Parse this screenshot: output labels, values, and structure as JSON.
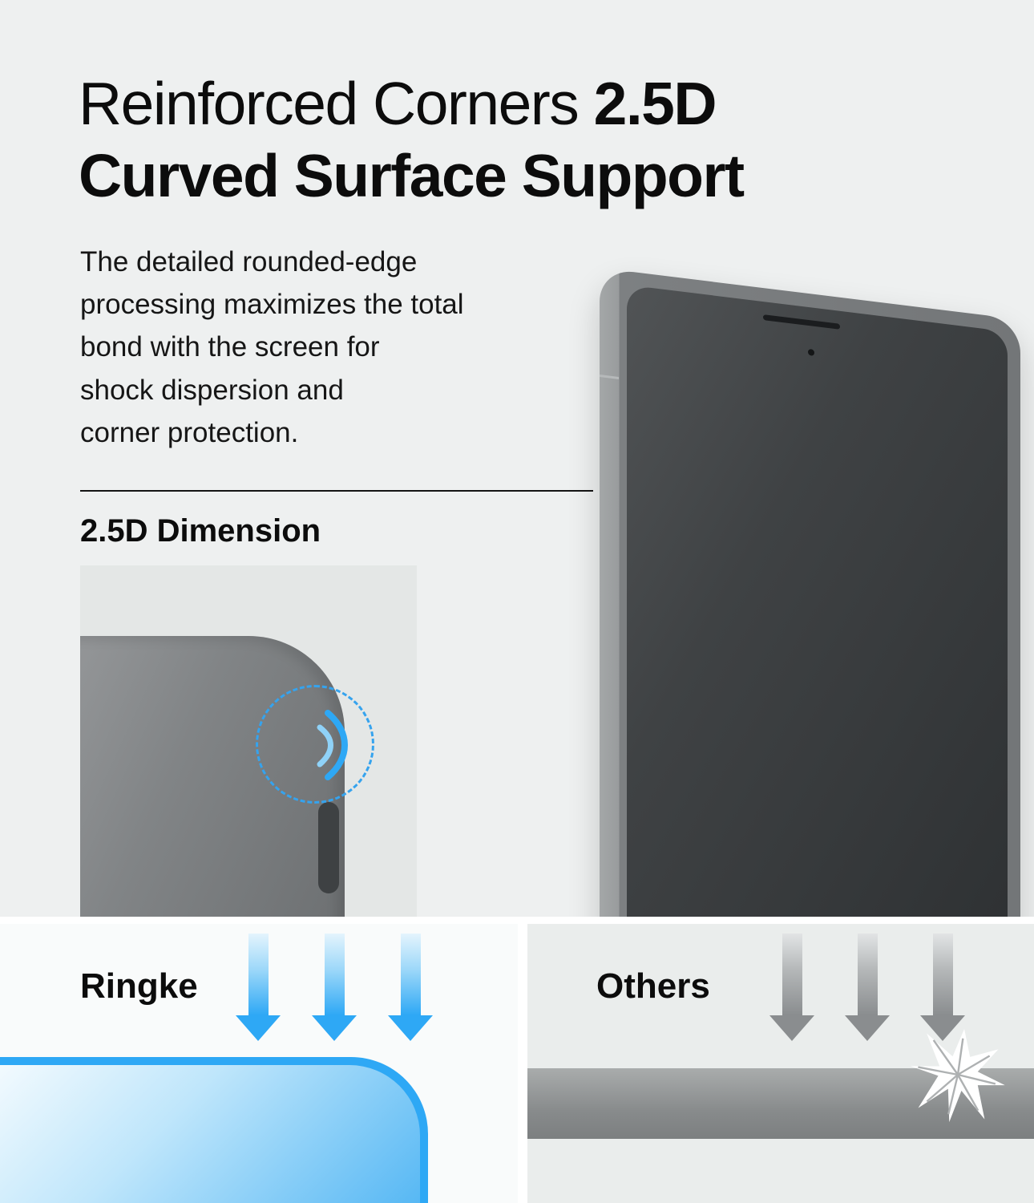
{
  "title": {
    "line1_regular": "Reinforced Corners ",
    "line1_bold": "2.5D",
    "line2": "Curved Surface Support"
  },
  "intro": {
    "lines": [
      "The detailed rounded-edge",
      "processing maximizes the total",
      "bond with the screen for",
      "shock dispersion and",
      "corner protection."
    ]
  },
  "dimension": {
    "heading": "2.5D Dimension"
  },
  "comparison": {
    "ringke_label": "Ringke",
    "others_label": "Others"
  },
  "colors": {
    "accent_blue": "#2EA8F5",
    "arrow_gray": "#8A8D8F",
    "background": "#EEF0F0"
  },
  "icons": {
    "corner_highlight": "dashed-circle-icon",
    "curve": "curve-arcs-icon",
    "ringke_arrows": "down-arrow-icon",
    "others_arrows": "down-arrow-icon",
    "impact": "shatter-icon"
  }
}
